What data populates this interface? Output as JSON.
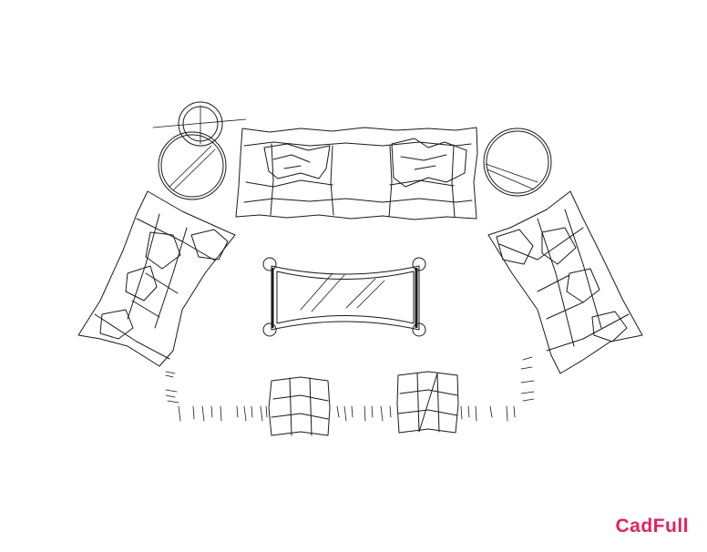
{
  "watermark": {
    "text": "CadFull",
    "color": "#e0245e"
  },
  "drawing": {
    "line_color": "#1a1a1a",
    "elements": [
      "three-seat-sofa",
      "left-armchair",
      "right-armchair",
      "coffee-table",
      "side-tables",
      "ottomans",
      "rug"
    ]
  }
}
